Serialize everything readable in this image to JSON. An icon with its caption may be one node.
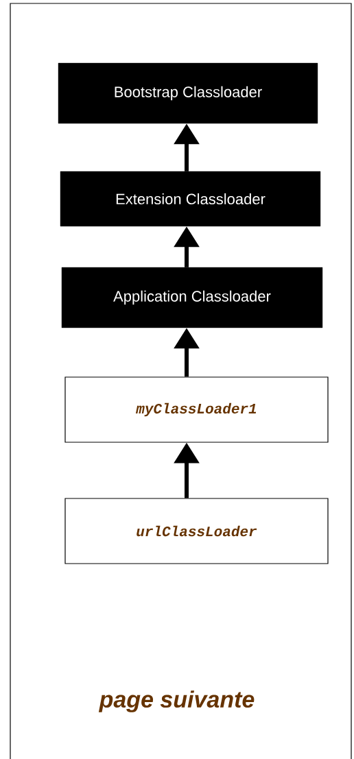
{
  "diagram": {
    "nodes": [
      {
        "text": [
          "Bootstrap Classloader"
        ]
      },
      {
        "text": [
          "Extension Classloader"
        ]
      },
      {
        "text": [
          "Application Classloader"
        ]
      },
      {
        "text": [
          "myClassLoader1"
        ]
      },
      {
        "text": [
          "urlClassLoader"
        ]
      }
    ],
    "edges": [
      {
        "from": 1,
        "to": 0,
        "arrow": "to"
      },
      {
        "from": 2,
        "to": 1,
        "arrow": "to"
      },
      {
        "from": 3,
        "to": 2,
        "arrow": "to"
      },
      {
        "from": 4,
        "to": 3,
        "arrow": "to"
      }
    ],
    "labels": [
      "page suivante"
    ]
  }
}
